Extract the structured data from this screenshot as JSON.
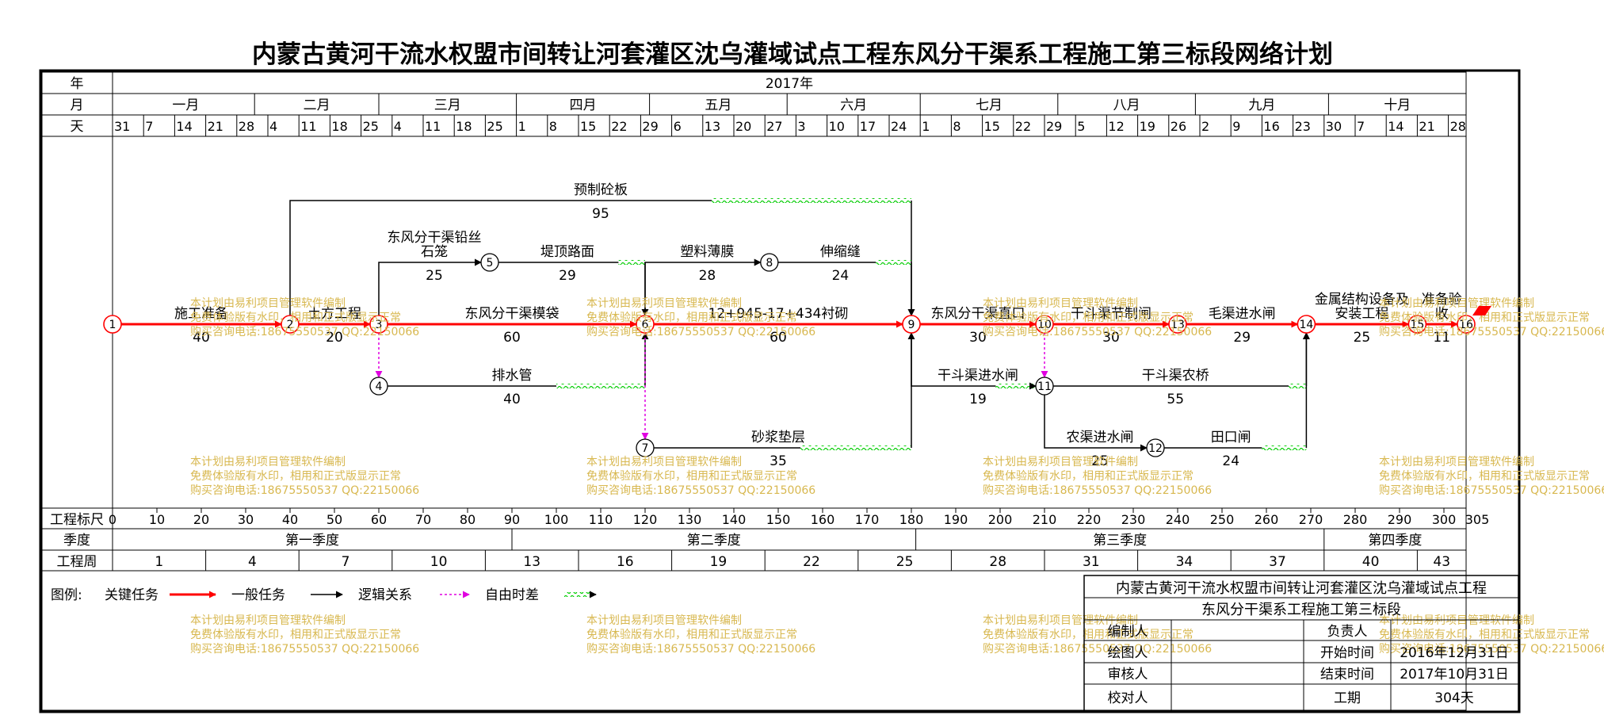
{
  "title": "内蒙古黄河干流水权盟市间转让河套灌区沈乌灌域试点工程东风分干渠系工程施工第三标段网络计划",
  "header": {
    "year_label": "年",
    "year_value": "2017年",
    "month_label": "月",
    "day_label": "天",
    "months": [
      "一月",
      "二月",
      "三月",
      "四月",
      "五月",
      "六月",
      "七月",
      "八月",
      "九月",
      "十月"
    ],
    "days": [
      "31",
      "7",
      "14",
      "21",
      "28",
      "4",
      "11",
      "18",
      "25",
      "4",
      "11",
      "18",
      "25",
      "1",
      "8",
      "15",
      "22",
      "29",
      "6",
      "13",
      "20",
      "27",
      "3",
      "10",
      "17",
      "24",
      "1",
      "8",
      "15",
      "22",
      "29",
      "5",
      "12",
      "19",
      "26",
      "2",
      "9",
      "16",
      "23",
      "30",
      "7",
      "14",
      "21",
      "28"
    ]
  },
  "footer": {
    "ruler_label": "工程标尺",
    "ruler_ticks": [
      "0",
      "10",
      "20",
      "30",
      "40",
      "50",
      "60",
      "70",
      "80",
      "90",
      "100",
      "110",
      "120",
      "130",
      "140",
      "150",
      "160",
      "170",
      "180",
      "190",
      "200",
      "210",
      "220",
      "230",
      "240",
      "250",
      "260",
      "270",
      "280",
      "290",
      "300",
      "305"
    ],
    "quarter_label": "季度",
    "quarters": [
      "第一季度",
      "第二季度",
      "第三季度",
      "第四季度"
    ],
    "week_label": "工程周",
    "weeks": [
      "1",
      "4",
      "7",
      "10",
      "13",
      "16",
      "19",
      "22",
      "25",
      "28",
      "31",
      "34",
      "37",
      "40",
      "43"
    ]
  },
  "legend": {
    "label": "图例:",
    "critical": "关键任务",
    "normal": "一般任务",
    "logic": "逻辑关系",
    "float": "自由时差"
  },
  "info": {
    "line1": "内蒙古黄河干流水权盟市间转让河套灌区沈乌灌域试点工程",
    "line2": "东风分干渠系工程施工第三标段",
    "editor": "编制人",
    "owner": "负责人",
    "drawer": "绘图人",
    "start_label": "开始时间",
    "start_value": "2016年12月31日",
    "reviewer": "审核人",
    "end_label": "结束时间",
    "end_value": "2017年10月31日",
    "checker": "校对人",
    "duration_label": "工期",
    "duration_value": "304天"
  },
  "watermark": [
    "本计划由易利项目管理软件编制",
    "免费体验版有水印，相用和正式版显示正常",
    "购买咨询电话:18675550537 QQ:22150066"
  ],
  "colors": {
    "critical": "#ff0000",
    "normal": "#000000",
    "logic": "#000000",
    "float": "#00cc00",
    "dependency": "#e000e0",
    "watermark": "#d8b850"
  },
  "nodes": [
    {
      "id": "1",
      "day": 0,
      "row": 0
    },
    {
      "id": "2",
      "day": 40,
      "row": 0
    },
    {
      "id": "3",
      "day": 60,
      "row": 0
    },
    {
      "id": "4",
      "day": 60,
      "row": 1
    },
    {
      "id": "5",
      "day": 85,
      "row": -1
    },
    {
      "id": "6",
      "day": 120,
      "row": 0
    },
    {
      "id": "7",
      "day": 120,
      "row": 2
    },
    {
      "id": "8",
      "day": 148,
      "row": -1
    },
    {
      "id": "9",
      "day": 180,
      "row": 0
    },
    {
      "id": "10",
      "day": 210,
      "row": 0
    },
    {
      "id": "11",
      "day": 210,
      "row": 1
    },
    {
      "id": "12",
      "day": 235,
      "row": 2
    },
    {
      "id": "13",
      "day": 240,
      "row": 0
    },
    {
      "id": "14",
      "day": 269,
      "row": 0
    },
    {
      "id": "15",
      "day": 294,
      "row": 0
    },
    {
      "id": "16",
      "day": 305,
      "row": 0
    }
  ],
  "tasks": [
    {
      "name": "施工准备",
      "duration": "40",
      "from": "1",
      "to": "2",
      "kind": "critical"
    },
    {
      "name": "土方工程",
      "duration": "20",
      "from": "2",
      "to": "3",
      "kind": "critical"
    },
    {
      "name": "东风分干渠模袋",
      "duration": "60",
      "from": "3",
      "to": "6",
      "kind": "critical"
    },
    {
      "name": "12+945-17+434衬砌",
      "duration": "60",
      "from": "6",
      "to": "9",
      "kind": "critical"
    },
    {
      "name": "东风分干渠直口",
      "duration": "30",
      "from": "9",
      "to": "10",
      "kind": "critical"
    },
    {
      "name": "干斗渠节制闸",
      "duration": "30",
      "from": "10",
      "to": "13",
      "kind": "critical"
    },
    {
      "name": "毛渠进水闸",
      "duration": "29",
      "from": "13",
      "to": "14",
      "kind": "critical"
    },
    {
      "name": "金属结构设备及安装工程",
      "duration": "25",
      "from": "14",
      "to": "15",
      "kind": "critical"
    },
    {
      "name": "准备验收",
      "duration": "11",
      "from": "15",
      "to": "16",
      "kind": "critical"
    },
    {
      "name": "预制砼板",
      "duration": "95",
      "from": "2",
      "to": "9",
      "kind": "normal",
      "lane": -2,
      "float_from": 135
    },
    {
      "name": "东风分干渠铅丝石笼",
      "duration": "25",
      "from": "3",
      "to": "5",
      "kind": "normal",
      "lane": -1
    },
    {
      "name": "堤顶路面",
      "duration": "29",
      "from": "5",
      "to": "6",
      "kind": "normal",
      "lane": -1,
      "float_from": 114
    },
    {
      "name": "塑料薄膜",
      "duration": "28",
      "from": "6",
      "to": "8",
      "kind": "normal",
      "lane": -1
    },
    {
      "name": "伸缩缝",
      "duration": "24",
      "from": "8",
      "to": "9",
      "kind": "normal",
      "lane": -1,
      "float_from": 172
    },
    {
      "name": "排水管",
      "duration": "40",
      "from": "4",
      "to": "6",
      "kind": "normal",
      "lane": 1,
      "float_from": 100
    },
    {
      "name": "砂浆垫层",
      "duration": "35",
      "from": "7",
      "to": "9",
      "kind": "normal",
      "lane": 2,
      "float_from": 155
    },
    {
      "name": "干斗渠进水闸",
      "duration": "19",
      "from": "9",
      "to": "11",
      "kind": "normal",
      "lane": 1,
      "float_from": 199
    },
    {
      "name": "干斗渠农桥",
      "duration": "55",
      "from": "11",
      "to": "14",
      "kind": "normal",
      "lane": 1,
      "float_from": 265
    },
    {
      "name": "农渠进水闸",
      "duration": "25",
      "from": "11",
      "to": "12",
      "kind": "normal",
      "lane": 2
    },
    {
      "name": "田口闸",
      "duration": "24",
      "from": "12",
      "to": "14",
      "kind": "normal",
      "lane": 2,
      "float_from": 259
    }
  ],
  "dependencies": [
    {
      "from": "3",
      "to": "4"
    },
    {
      "from": "6",
      "to": "7"
    },
    {
      "from": "10",
      "to": "11"
    }
  ]
}
